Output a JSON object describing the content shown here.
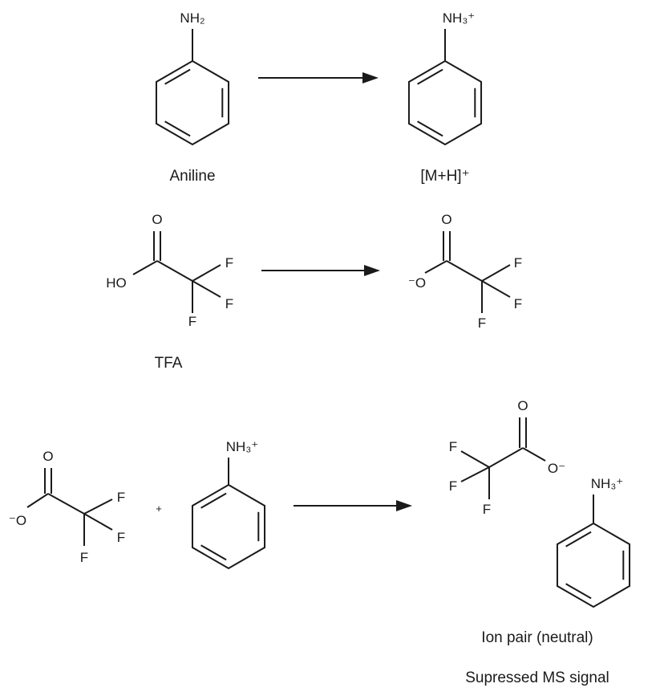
{
  "row1": {
    "reactant": {
      "amine": "NH₂",
      "name": "Aniline"
    },
    "product": {
      "amine": "NH₃⁺",
      "name": "[M+H]⁺"
    }
  },
  "row2": {
    "reactant": {
      "carbonyl_o": "O",
      "hydroxyl": "HO",
      "f1": "F",
      "f2": "F",
      "f3": "F",
      "name": "TFA"
    },
    "product": {
      "carbonyl_o": "O",
      "anion_o": "⁻O",
      "f1": "F",
      "f2": "F",
      "f3": "F"
    }
  },
  "row3": {
    "anion": {
      "carbonyl_o": "O",
      "anion_o": "⁻O",
      "f1": "F",
      "f2": "F",
      "f3": "F"
    },
    "plus": "+",
    "cation": {
      "amine": "NH₃⁺"
    },
    "ion_pair": {
      "carbonyl_o": "O",
      "anion_o": "O⁻",
      "f1": "F",
      "f2": "F",
      "f3": "F",
      "amine": "NH₃⁺"
    },
    "name": "Ion pair (neutral)",
    "note": "Supressed MS signal"
  }
}
